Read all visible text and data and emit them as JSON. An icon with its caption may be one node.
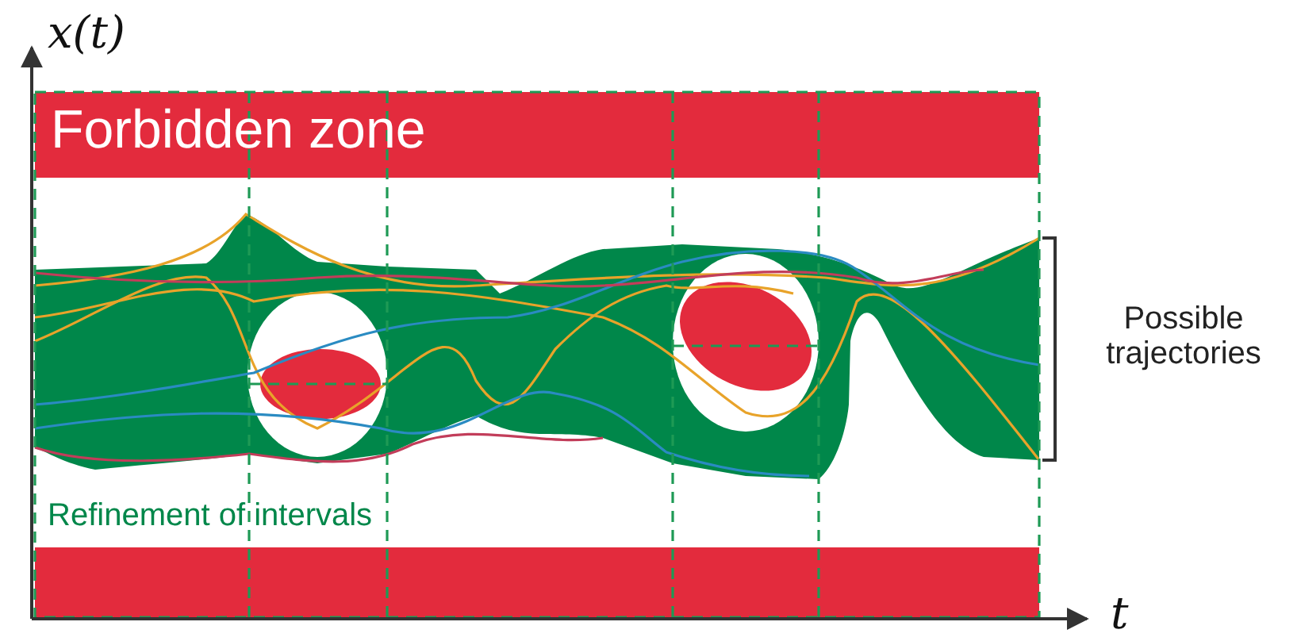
{
  "diagram": {
    "labels": [
      "x(t)",
      "Forbidden zone",
      "Possible trajectories",
      "Refinement of intervals",
      "t"
    ]
  }
}
